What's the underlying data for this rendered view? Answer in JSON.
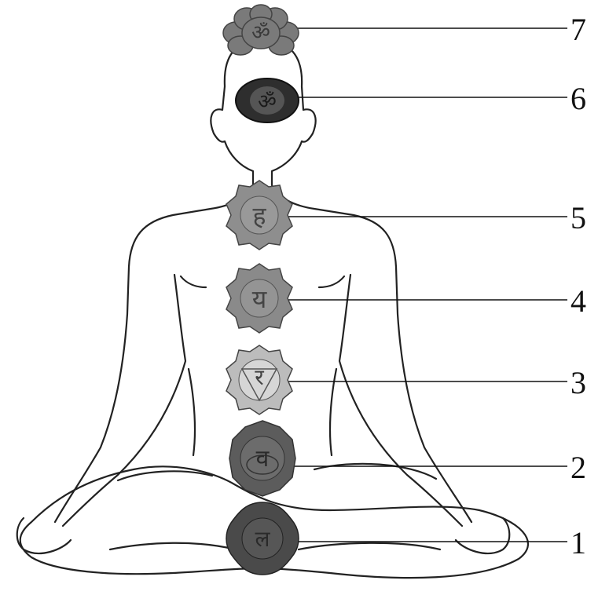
{
  "diagram": {
    "labels": [
      {
        "number": "7",
        "glyph": "ॐ",
        "color": "#7a7a7a"
      },
      {
        "number": "6",
        "glyph": "ॐ",
        "color": "#3a3a3a"
      },
      {
        "number": "5",
        "glyph": "ह",
        "color": "#8e8e8e"
      },
      {
        "number": "4",
        "glyph": "य",
        "color": "#8a8a8a"
      },
      {
        "number": "3",
        "glyph": "र",
        "color": "#d6d6d6"
      },
      {
        "number": "2",
        "glyph": "व",
        "color": "#5c5c5c"
      },
      {
        "number": "1",
        "glyph": "ल",
        "color": "#4a4a4a"
      }
    ]
  }
}
